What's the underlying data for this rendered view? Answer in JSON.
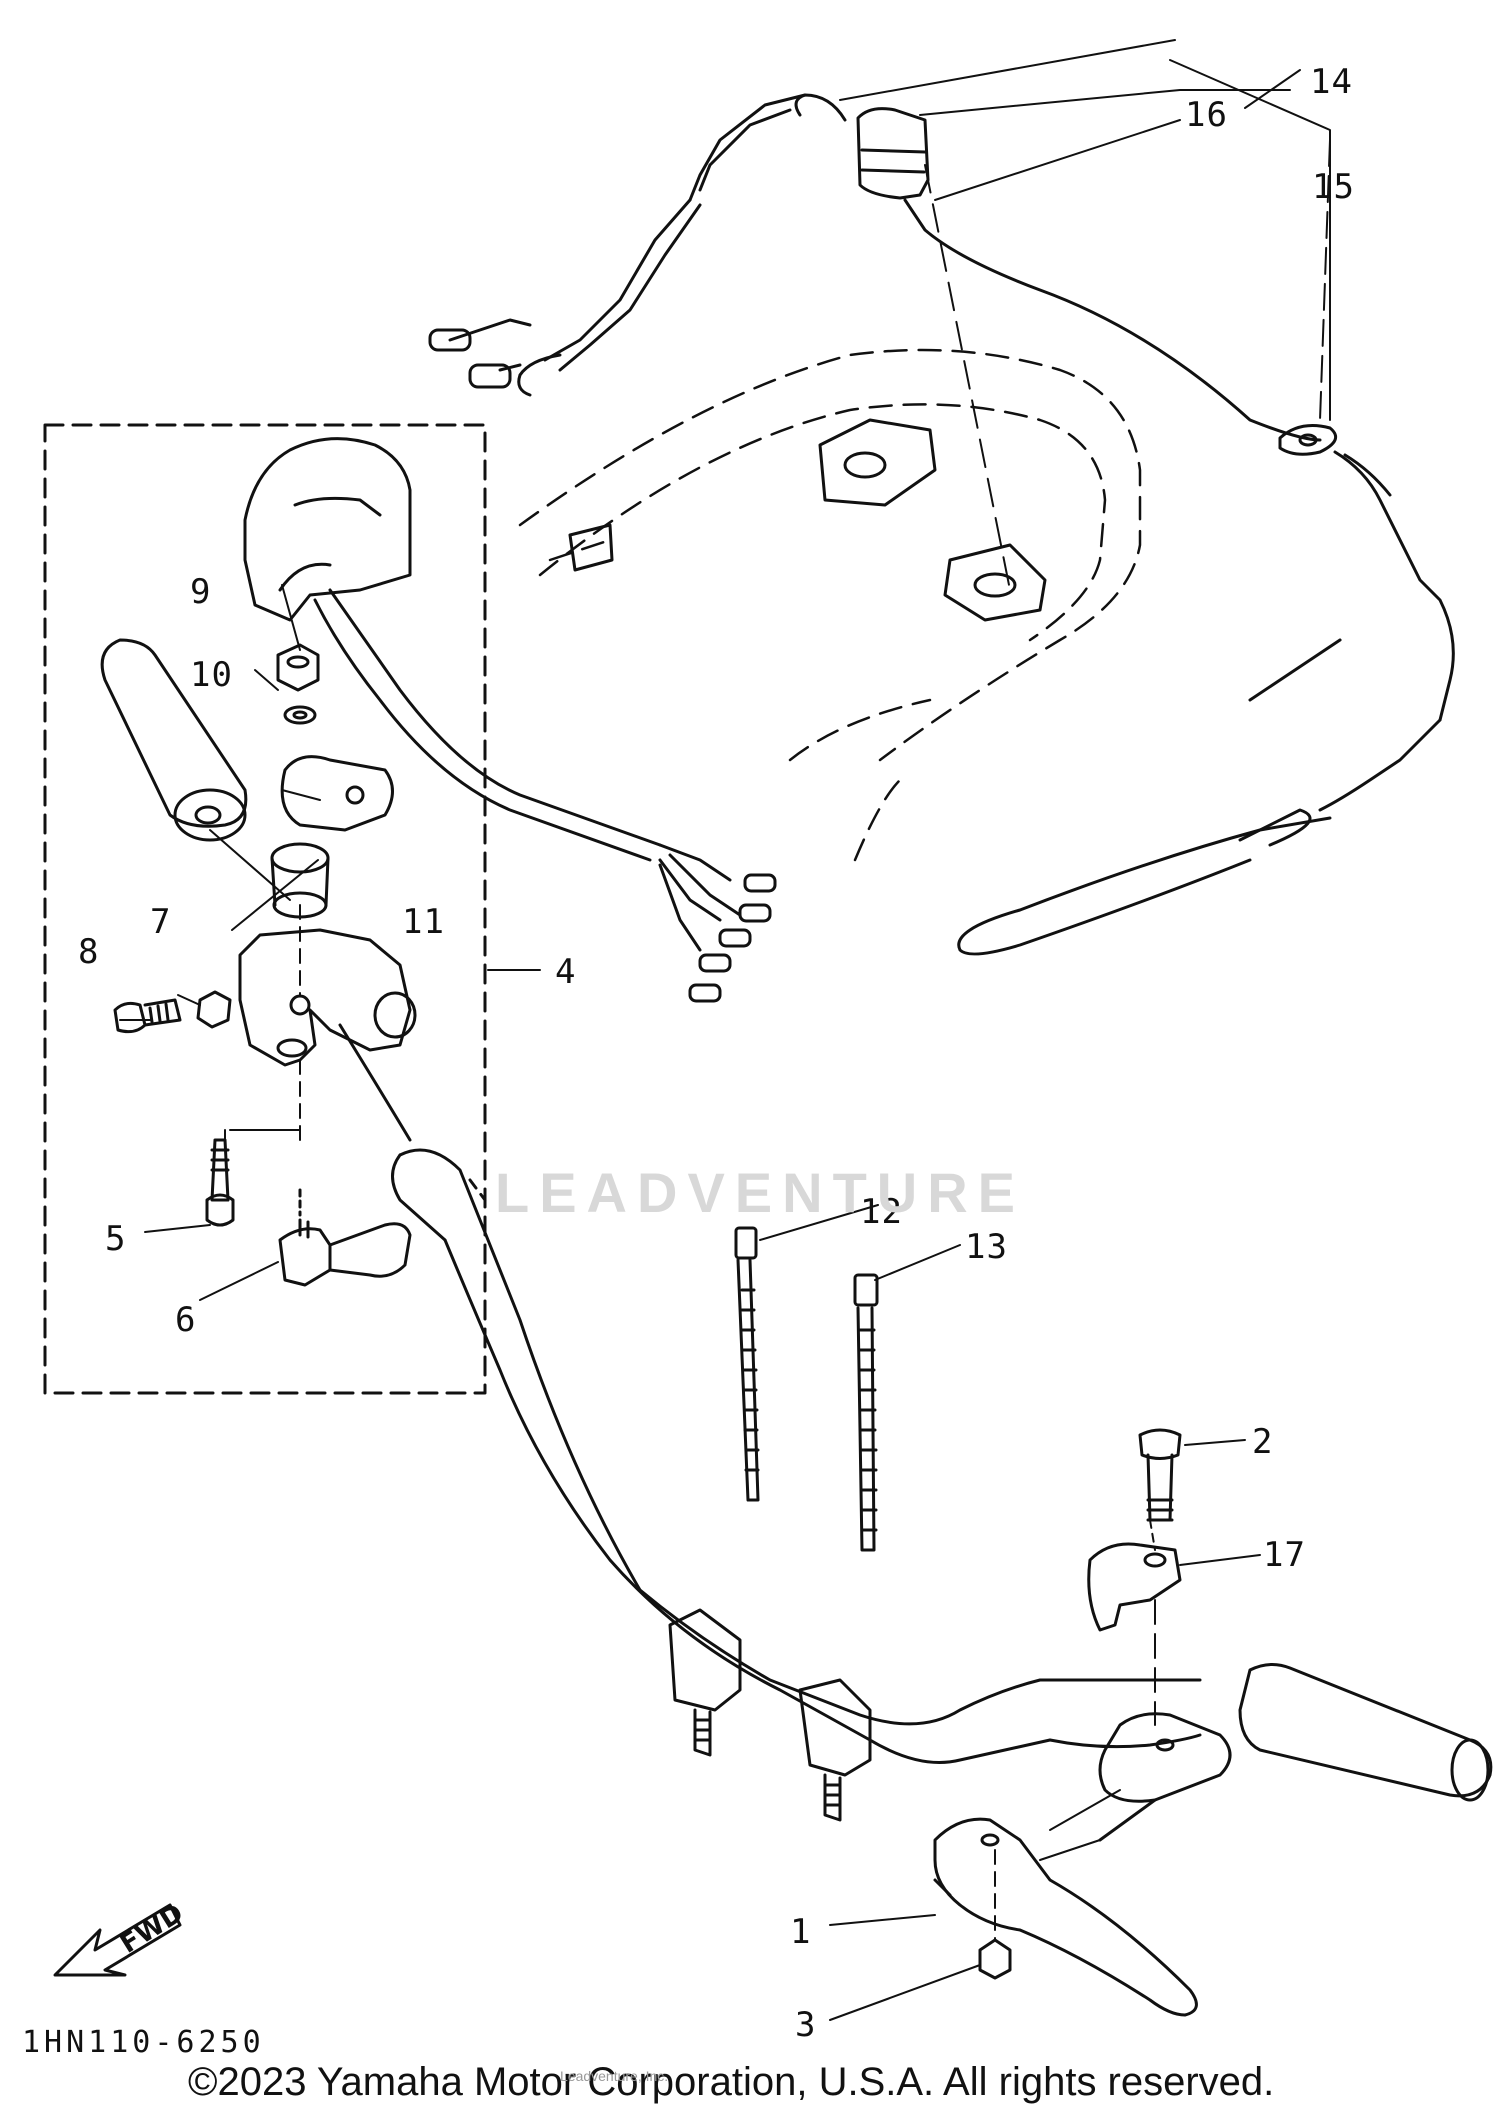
{
  "diagram": {
    "callouts": [
      {
        "id": "n1",
        "label": "1"
      },
      {
        "id": "n2",
        "label": "2"
      },
      {
        "id": "n3",
        "label": "3"
      },
      {
        "id": "n4",
        "label": "4"
      },
      {
        "id": "n5",
        "label": "5"
      },
      {
        "id": "n6",
        "label": "6"
      },
      {
        "id": "n7a",
        "label": "7"
      },
      {
        "id": "n8",
        "label": "8"
      },
      {
        "id": "n9",
        "label": "9"
      },
      {
        "id": "n10",
        "label": "10"
      },
      {
        "id": "n11",
        "label": "11"
      },
      {
        "id": "n12",
        "label": "12"
      },
      {
        "id": "n13",
        "label": "13"
      },
      {
        "id": "n14",
        "label": "14"
      },
      {
        "id": "n15",
        "label": "15"
      },
      {
        "id": "n16",
        "label": "16"
      },
      {
        "id": "n17",
        "label": "17"
      }
    ],
    "fwd_label": "FWD",
    "drawing_code": "1HN110-6250",
    "copyright": "©2023 Yamaha Motor Corporation, U.S.A. All rights reserved.",
    "watermark": "LEADVENTURE",
    "watermark_sub": "Leadventure, Inc."
  }
}
